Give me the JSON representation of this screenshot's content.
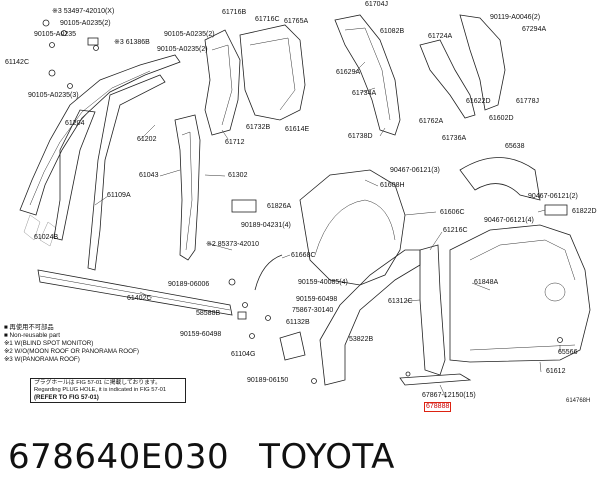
{
  "labels": {
    "l53497": "※3 53497-42010(X)",
    "l90105a": "90105-A0235(2)",
    "l90105b": "90105-A0235",
    "l61142c": "61142C",
    "l61386b": "※3 61386B",
    "l90105c": "90105-A0235(3)",
    "l61716b": "61716B",
    "l90105d": "90105-A0235(2)",
    "l90105e": "90105-A0235(2)",
    "l61716c": "61716C",
    "l61765a": "61765A",
    "l61704j": "61704J",
    "l61082b": "61082B",
    "l61724a": "61724A",
    "l90119": "90119-A0046(2)",
    "l67294a": "67294A",
    "l61204": "61204",
    "l61202": "61202",
    "l61629a": "61629A",
    "l61734a": "61734A",
    "l61622d": "61622D",
    "l61778j": "61778J",
    "l61602d": "61602D",
    "l61732b": "61732B",
    "l61614e": "61614E",
    "l61762a": "61762A",
    "l61712": "61712",
    "l61738d": "61738D",
    "l61736a": "61736A",
    "l65638": "65638",
    "l61043": "61043",
    "l61302": "61302",
    "l90467a": "90467-06121(3)",
    "l61608h": "61608H",
    "l61109a": "61109A",
    "l61826a": "61826A",
    "l90467b": "90467-06121(2)",
    "l90189a": "90189-04231(4)",
    "l61606c": "61606C",
    "l61822d": "61822D",
    "l90467c": "90467-06121(4)",
    "l61024b": "61024B",
    "l85373": "※2 85373-42010",
    "l61668c": "61668C",
    "l61216c": "61216C",
    "l90189b": "90189-06006",
    "l90159a": "90159-40085(4)",
    "l61848a": "61848A",
    "l61402c": "61402C",
    "l90159b": "90159-60498",
    "l58588b": "58588B",
    "l75867": "75867-30140",
    "l61312c": "61312C",
    "l61132b": "61132B",
    "l90159c": "90159-60498",
    "l53822b": "53822B",
    "l61104g": "61104G",
    "l65566": "65566",
    "l90189c": "90189-06150",
    "l61612": "61612",
    "l67867": "67867-12150(15)",
    "l678888": "678888"
  },
  "notes": [
    "■ 再使用不可部品",
    "■ Non-reusable part",
    "※1 W(BLIND SPOT MONITOR)",
    "※2 W/O(MOON ROOF OR PANORAMA ROOF)",
    "※3 W(PANORAMA ROOF)"
  ],
  "ref_box": {
    "line1": "プラグホールは FIG 57-01 に掲載しております。",
    "line2": "Regarding PLUG HOLE, it is indicated in FIG 57-01",
    "line3": "(REFER TO FIG 57-01)"
  },
  "fig_code": "614768H",
  "caption": {
    "part_number": "678640E030",
    "brand": "TOYOTA"
  }
}
